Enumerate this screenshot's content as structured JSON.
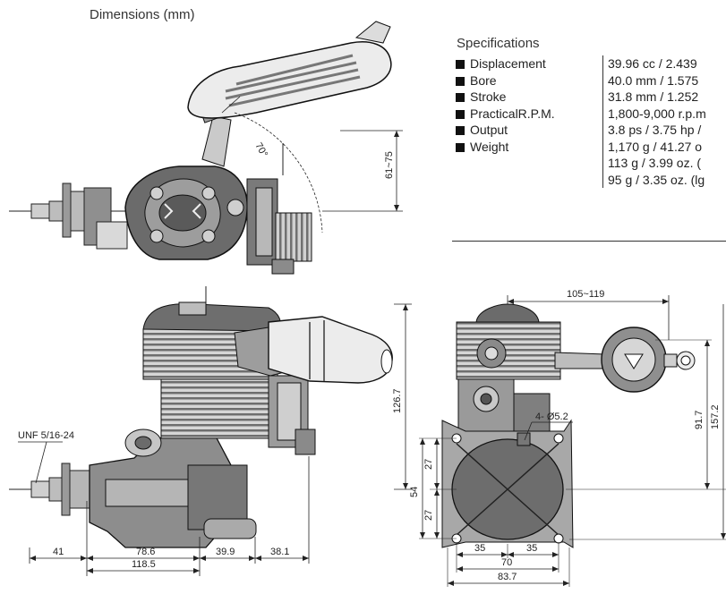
{
  "dimensions_title": "Dimensions (mm)",
  "specifications": {
    "title": "Specifications",
    "rows": [
      {
        "label": "Displacement",
        "values": [
          "39.96 cc / 2.439"
        ]
      },
      {
        "label": "Bore",
        "values": [
          "40.0 mm / 1.575"
        ]
      },
      {
        "label": "Stroke",
        "values": [
          "31.8 mm / 1.252"
        ]
      },
      {
        "label": "PracticalR.P.M.",
        "values": [
          "1,800-9,000 r.p.m"
        ]
      },
      {
        "label": "Output",
        "values": [
          "3.8 ps / 3.75 hp /"
        ]
      },
      {
        "label": "Weight",
        "values": [
          "1,170 g / 41.27 o",
          "113 g / 3.99 oz. (",
          "95 g / 3.35 oz. (lg"
        ]
      }
    ]
  },
  "annotations": {
    "top_angle": "70°",
    "top_height": "61~75",
    "thread": "UNF 5/16-24",
    "side_height": "126.7",
    "side_41": "41",
    "side_786": "78.6",
    "side_399": "39.9",
    "side_381": "38.1",
    "side_1185": "118.5",
    "front_width": "105~119",
    "front_holes": "4- Ø5.2",
    "front_917": "91.7",
    "front_1572": "157.2",
    "front_54": "54",
    "front_27a": "27",
    "front_27b": "27",
    "front_35a": "35",
    "front_35b": "35",
    "front_70": "70",
    "front_837": "83.7"
  }
}
